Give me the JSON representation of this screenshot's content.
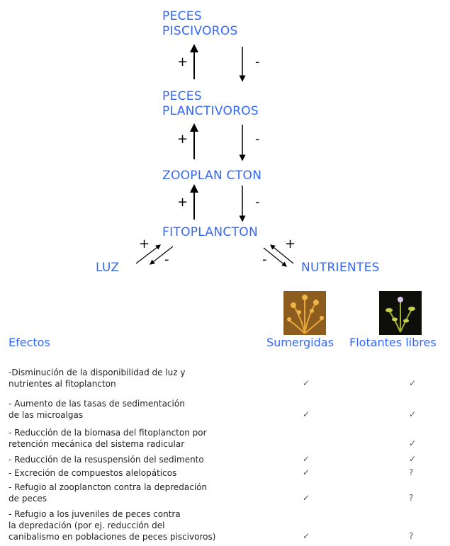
{
  "diagram": {
    "nodes": {
      "piscivoros": [
        "PECES",
        "PISCIVOROS"
      ],
      "planctivoros": [
        "PECES",
        "PLANCTIVOROS"
      ],
      "zooplancton": "ZOOPLAN CTON",
      "fitoplancton": "FITOPLANCTON",
      "luz": "LUZ",
      "nutrientes": "NUTRIENTES"
    },
    "signs": {
      "plus": "+",
      "minus": "-"
    }
  },
  "table": {
    "effects_header": "Efectos",
    "col_sumergidas": "Sumergidas",
    "col_flotantes": "Flotantes libres",
    "rows": [
      {
        "lines": [
          "-Disminución de la disponibilidad de luz y",
          "nutrientes al fitoplancton"
        ],
        "sumergidas": "✓",
        "flotantes": "✓"
      },
      {
        "lines": [
          "- Aumento de las tasas de sedimentación",
          "de las microalgas"
        ],
        "sumergidas": "✓",
        "flotantes": "✓"
      },
      {
        "lines": [
          "- Reducción de la biomasa del fitoplancton por",
          "retención mecánica del sistema radicular"
        ],
        "sumergidas": "",
        "flotantes": "✓"
      },
      {
        "lines": [
          "- Reducción de la resuspensión del sedimento"
        ],
        "sumergidas": "✓",
        "flotantes": "✓"
      },
      {
        "lines": [
          "- Excreción de compuestos alelopáticos"
        ],
        "sumergidas": "✓",
        "flotantes": "?"
      },
      {
        "lines": [
          "- Refugio al zooplancton contra la depredación",
          "de peces"
        ],
        "sumergidas": "✓",
        "flotantes": "?"
      },
      {
        "lines": [
          "- Refugio a los juveniles de peces contra",
          "la depredación (por ej. reducción del",
          "canibalismo en poblaciones de peces piscivoros)"
        ],
        "sumergidas": "✓",
        "flotantes": "?"
      }
    ]
  },
  "colors": {
    "node_text": "#3366ff",
    "check": "#555555"
  }
}
